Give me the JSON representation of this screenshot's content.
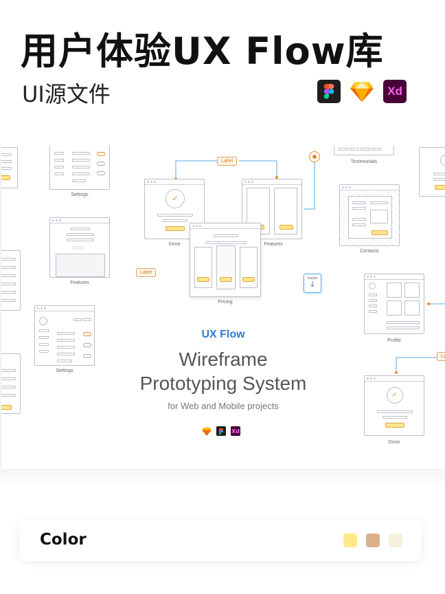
{
  "header": {
    "title": "用户体验UX Flow库",
    "subtitle": "UI源文件",
    "tools": [
      "figma-icon",
      "sketch-icon",
      "xd-icon"
    ],
    "xd_label": "Xd"
  },
  "preview": {
    "brand": "UX Flow",
    "headline_line1": "Wireframe",
    "headline_line2": "Prototyping System",
    "tagline": "for Web and Mobile projects",
    "small_xd": "Xd",
    "captions": {
      "settings_top": "Settings",
      "features_left": "Features",
      "settings_bottom": "Settings",
      "done_top": "Done",
      "features_top": "Features",
      "pricing": "Pricing",
      "testimonials": "Testimonials",
      "contacts": "Contacts",
      "profile": "Profile",
      "done_bottom": "Done"
    },
    "label_top": "Label",
    "label_left": "Label",
    "label_right": "La",
    "swipe": "Swipe",
    "accent_color": "#2f7ad8",
    "highlight_color": "#ffe58a"
  },
  "color_section": {
    "label": "Color",
    "swatches": [
      "#fde98a",
      "#d9b08c",
      "#f6f1dd"
    ]
  }
}
